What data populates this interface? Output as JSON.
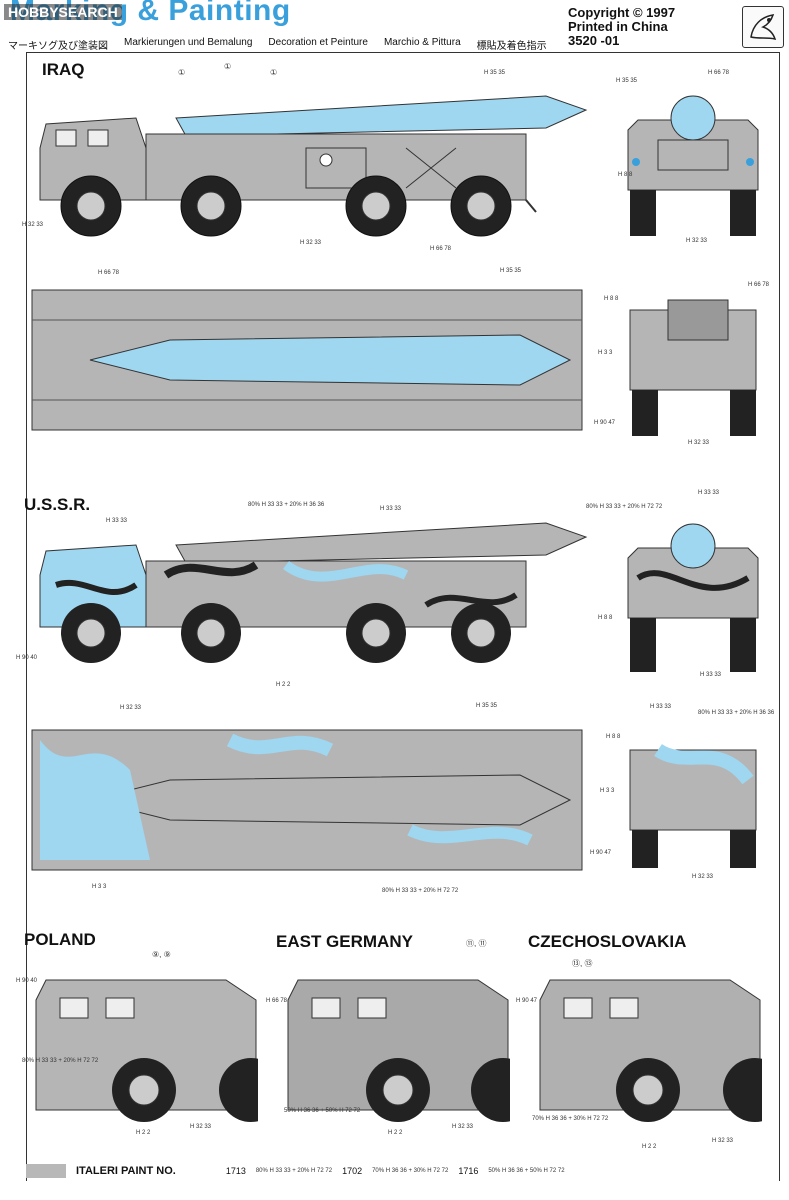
{
  "header": {
    "title": "Marking & Painting",
    "watermark": "HOBBYSEARCH",
    "subtitles": [
      "マーキソグ及び塗装図",
      "Markierungen und Bemalung",
      "Decoration et Peinture",
      "Marchio & Pittura",
      "標貼及着色指示"
    ],
    "copyright_line1": "Copyright © 1997",
    "copyright_line2": "Printed in China",
    "copyright_line3": "3520 -01"
  },
  "sections": {
    "iraq": "IRAQ",
    "ussr": "U.S.S.R.",
    "poland": "POLAND",
    "east_germany": "EAST GERMANY",
    "czech": "CZECHOSLOVAKIA"
  },
  "callouts": {
    "iraq_side_top": "①",
    "iraq_side_mid": "①",
    "iraq_side_right": "①",
    "poland": "⑨, ⑨",
    "east_germany": "⑪, ⑪",
    "czech": "⑬, ⑬"
  },
  "refs": {
    "iraq_side_left": "H 32 33",
    "iraq_side_missile": "H 35 35",
    "iraq_side_wheel": "H 32 33",
    "iraq_side_stand": "H 66 78",
    "iraq_top_nose": "H 66 78",
    "iraq_top_missile": "H 35 35",
    "iraq_front_top": "H 66 78",
    "iraq_front_right": "H 35 35",
    "iraq_front_left": "H 8 8",
    "iraq_front_bottom": "H 32 33",
    "iraq_rear_top": "H 8 8",
    "iraq_rear_left": "H 3 3",
    "iraq_rear_right": "H 66 78",
    "iraq_rear_bottom": "H 32 33",
    "iraq_rear_bottom_left": "H 90 47",
    "ussr_side_top": "80% H 33 33 + 20% H 36 36",
    "ussr_side_cab": "H 33 33",
    "ussr_side_left": "H 90 40",
    "ussr_side_wheel": "H 2 2",
    "ussr_side_missile": "H 33 33",
    "ussr_front_top": "80% H 33 33 + 20% H 72 72",
    "ussr_front_right": "H 33 33",
    "ussr_front_left": "H 8 8",
    "ussr_front_bottom": "H 33 33",
    "ussr_top_left": "H 32 33",
    "ussr_top_right": "H 35 35",
    "ussr_top_bottom": "80% H 33 33 + 20% H 72 72",
    "ussr_top_nose": "H 3 3",
    "ussr_rear_top": "H 33 33",
    "ussr_rear_right": "80% H 33 33 + 20% H 36 36",
    "ussr_rear_left": "H 8 8",
    "ussr_rear_mid": "H 3 3",
    "ussr_rear_bl": "H 90 47",
    "ussr_rear_br": "H 32 33",
    "poland_left": "H 90 40",
    "poland_mix": "80% H 33 33 + 20% H 72 72",
    "poland_wheel": "H 2 2",
    "poland_wheel2": "H 32 33",
    "eg_left": "H 66 78",
    "eg_mix": "50% H 36 36 + 50% H 72 72",
    "eg_wheel": "H 2 2",
    "eg_wheel2": "H 32 33",
    "cz_left": "H 90 47",
    "cz_mix": "70% H 36 36 + 30% H 72 72",
    "cz_wheel": "H 2 2",
    "cz_wheel2": "H 32 33"
  },
  "footer": {
    "label": "ITALERI PAINT NO.",
    "items": [
      {
        "no": "1713",
        "mix": "80% H 33 33 + 20% H 72 72"
      },
      {
        "no": "1702",
        "mix": "70% H 36 36 + 30% H 72 72"
      },
      {
        "no": "1716",
        "mix": "50% H 36 36 + 50% H 72 72"
      }
    ]
  },
  "colors": {
    "accent": "#3aa0dc",
    "camo_light": "#9fd6f0",
    "body_grey": "#b5b5b5",
    "dark": "#222222"
  }
}
